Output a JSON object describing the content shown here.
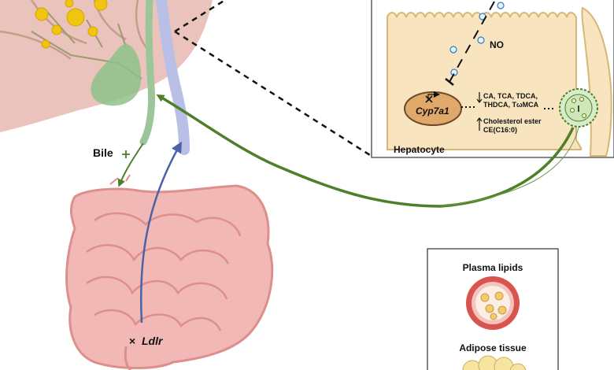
{
  "labels": {
    "bile": "Bile",
    "ldlr_marker": "×",
    "ldlr": "Ldlr",
    "no": "NO",
    "cyp7a1": "Cyp7a1",
    "bile_acids_line1": "CA, TCA, TDCA,",
    "bile_acids_line2": "THDCA, TωMCA",
    "cholesterol_line1": "Cholesterol ester",
    "cholesterol_line2": "CE(C16:0)",
    "hepatocyte": "Hepatocyte",
    "plasma_lipids": "Plasma lipids",
    "adipose_tissue": "Adipose tissue"
  },
  "colors": {
    "liver": "#e8b9b2",
    "gallbladder": "#8fc28a",
    "hepatocyte_fill": "#f8e4bf",
    "hepatocyte_stroke": "#d8b677",
    "intestine": "#f2b8b5",
    "intestine_dark": "#dd8f8c",
    "green_arrow": "#4e7f2a",
    "blue_arrow": "#4a62a8",
    "vessel_red": "#d9534f",
    "fat_yellow": "#f6e4a0",
    "no_circle": "#2c7fb8"
  },
  "icons": {
    "knockout_cyp7a1": "x-mark",
    "inhibition": "t-bar",
    "bile_block": "plus-cross",
    "upregulation": "up-arrow",
    "downregulation": "down-arrow"
  }
}
